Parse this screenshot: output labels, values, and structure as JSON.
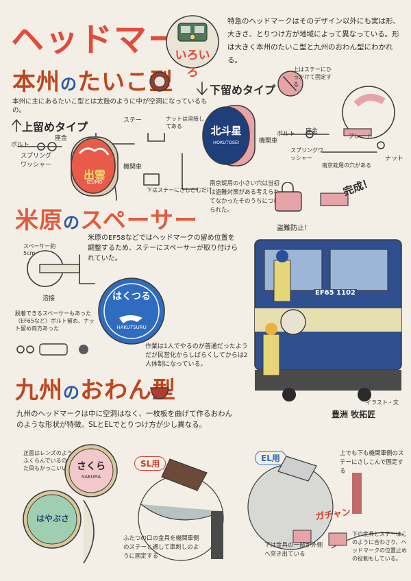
{
  "header": {
    "title": "ヘッドマーク",
    "badge_text": "いろいろ",
    "intro": "特急のヘッドマークはそのデザイン以外にも実は形、大きさ、とりつけ方が地域によって異なっている。形は大きく本州のたいこ型と九州のおわん型にわかれる。"
  },
  "honshu": {
    "title_a": "本州",
    "title_b": "の",
    "title_c": "たいこ型",
    "desc": "本州に主にあるたいこ型とは太鼓のように中が空洞になっているもの。",
    "upper_type": {
      "title": "上留めタイプ",
      "labels": {
        "bolt": "ボルト",
        "spring_washer": "スプリングワッシャー",
        "nut": "座金",
        "stay": "ステー",
        "clamp": "ナットは溶接してある",
        "car": "機関車",
        "bottom": "下はステーにさしこむだけ"
      },
      "mark_text": "出雲",
      "mark_sub": "IZUMO"
    },
    "lower_type": {
      "title": "下留めタイプ",
      "labels": {
        "top_note": "上はステーにひっかけて固定する",
        "car": "機関車",
        "bolt": "ボルト",
        "washer": "座金",
        "spring": "スプリングワッシャー",
        "plate": "プレート",
        "nut": "ナット",
        "lock_hole": "南京錠用の穴がある"
      },
      "mark_text": "北斗星",
      "mark_sub": "HOKUTOSEI",
      "lock_note": "南京錠用の小さい穴は当初は盗難対策がある考えられてなかったそのうちにつけられた。",
      "done": "完成！",
      "theft": "盗難防止！"
    }
  },
  "maibara": {
    "title_a": "米原",
    "title_b": "の",
    "title_c": "スペーサー",
    "desc": "米原のEF58などではヘッドマークの留め位置を調整するため、ステーにスペーサーが取り付けられていた。",
    "labels": {
      "spacer": "スペーサー約5cm",
      "weld": "溶接",
      "removed": "脱着できるスペーサーもあった（EF65など）ボルト留め、ナット留め両方あった"
    },
    "mark_text": "はくつる",
    "mark_sub": "HAKUTSURU",
    "work_note": "作業は1人でやるのが普通だったようだが民営化からしばらくしてからは2人体制になっている。",
    "loco_number": "EF65 1102",
    "illustration_credit": "イラスト・文",
    "author": "豊洲 牧拓匠"
  },
  "kyushu": {
    "title_a": "九州",
    "title_b": "の",
    "title_c": "おわん型",
    "desc": "九州のヘッドマークは中に空洞はなく、一枚板を曲げて作るおわんのような形状が特徴。SLとELでとりつけ方が少し異なる。",
    "lens_note": "正面はレンズのようにふくらんでいるので見た目もかっこいい。",
    "mark1_text": "さくら",
    "mark1_sub": "SAKURA",
    "mark2_text": "はやぶさ",
    "sl_label": "SL用",
    "el_label": "EL用",
    "sl_note": "ふたつの口の金具を機関車側のステーと通して串刺しのように固定する",
    "el_top_note": "上でも下も機関車側のステーにさしこんで固定する",
    "el_bottom_note": "下は金具の一部が外側へ突き出ている",
    "el_side_note": "下の金具とステーはこのように合わさり、ヘッドマークの位置止めの役割もしている。",
    "click": "ガチャン"
  },
  "colors": {
    "accent": "#e24a3b",
    "navy": "#1f3f7a",
    "blue": "#2f6cc0",
    "pink": "#e8a6a8",
    "cream": "#f3efe6"
  }
}
